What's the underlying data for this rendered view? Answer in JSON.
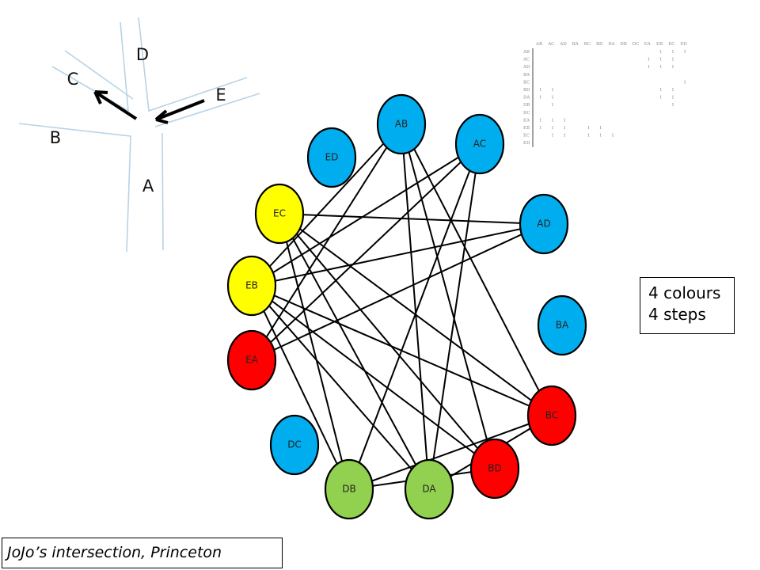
{
  "colors": {
    "blue": "#00aeef",
    "yellow": "#ffff00",
    "red": "#ff0000",
    "green": "#92d050",
    "road": "#b8d3e6"
  },
  "directions": [
    "A",
    "B",
    "C",
    "D",
    "E"
  ],
  "nodes": [
    {
      "id": "AB",
      "color": "blue"
    },
    {
      "id": "AC",
      "color": "blue"
    },
    {
      "id": "AD",
      "color": "blue"
    },
    {
      "id": "BA",
      "color": "blue"
    },
    {
      "id": "BC",
      "color": "red"
    },
    {
      "id": "BD",
      "color": "red"
    },
    {
      "id": "DA",
      "color": "green"
    },
    {
      "id": "DB",
      "color": "green"
    },
    {
      "id": "DC",
      "color": "blue"
    },
    {
      "id": "EA",
      "color": "red"
    },
    {
      "id": "EB",
      "color": "yellow"
    },
    {
      "id": "EC",
      "color": "yellow"
    },
    {
      "id": "ED",
      "color": "blue"
    }
  ],
  "edges": [
    [
      "AB",
      "EA"
    ],
    [
      "AB",
      "EB"
    ],
    [
      "AB",
      "BC"
    ],
    [
      "AB",
      "BD"
    ],
    [
      "AB",
      "DA"
    ],
    [
      "AC",
      "EA"
    ],
    [
      "AC",
      "EB"
    ],
    [
      "AC",
      "DA"
    ],
    [
      "AC",
      "DB"
    ],
    [
      "AD",
      "EA"
    ],
    [
      "AD",
      "EB"
    ],
    [
      "AD",
      "EC"
    ],
    [
      "EC",
      "BC"
    ],
    [
      "EC",
      "BD"
    ],
    [
      "EC",
      "DA"
    ],
    [
      "EC",
      "DB"
    ],
    [
      "EB",
      "BC"
    ],
    [
      "EB",
      "BD"
    ],
    [
      "EB",
      "DA"
    ],
    [
      "EB",
      "DB"
    ],
    [
      "DB",
      "BD"
    ],
    [
      "DB",
      "BC"
    ],
    [
      "DA",
      "BC"
    ]
  ],
  "matrix": {
    "headers": [
      "AB",
      "AC",
      "AD",
      "BA",
      "BC",
      "BD",
      "DA",
      "DB",
      "DC",
      "EA",
      "EB",
      "EC",
      "ED"
    ],
    "rows": [
      [
        0,
        0,
        0,
        0,
        0,
        0,
        0,
        0,
        0,
        0,
        1,
        1,
        1
      ],
      [
        0,
        0,
        0,
        0,
        0,
        0,
        0,
        0,
        0,
        1,
        1,
        1,
        0
      ],
      [
        0,
        0,
        0,
        0,
        0,
        0,
        0,
        0,
        0,
        1,
        1,
        1,
        0
      ],
      [
        0,
        0,
        0,
        0,
        0,
        0,
        0,
        0,
        0,
        0,
        0,
        0,
        0
      ],
      [
        0,
        0,
        0,
        0,
        0,
        0,
        0,
        0,
        0,
        0,
        0,
        0,
        1
      ],
      [
        1,
        1,
        0,
        0,
        0,
        0,
        0,
        0,
        0,
        0,
        1,
        1,
        0
      ],
      [
        1,
        1,
        0,
        0,
        0,
        0,
        0,
        0,
        0,
        0,
        1,
        1,
        0
      ],
      [
        0,
        1,
        0,
        0,
        0,
        0,
        0,
        0,
        0,
        0,
        0,
        1,
        0
      ],
      [
        0,
        0,
        0,
        0,
        0,
        0,
        0,
        0,
        0,
        0,
        0,
        0,
        0
      ],
      [
        1,
        1,
        1,
        0,
        0,
        0,
        0,
        0,
        0,
        0,
        0,
        0,
        0
      ],
      [
        1,
        1,
        1,
        0,
        1,
        1,
        0,
        0,
        0,
        0,
        0,
        0,
        0
      ],
      [
        0,
        1,
        1,
        0,
        1,
        1,
        1,
        0,
        0,
        0,
        0,
        0,
        0
      ],
      [
        0,
        0,
        0,
        0,
        0,
        0,
        0,
        0,
        0,
        0,
        0,
        0,
        0
      ]
    ]
  },
  "note": {
    "line1": "4 colours",
    "line2": "4 steps"
  },
  "caption": "JoJo’s intersection, Princeton"
}
